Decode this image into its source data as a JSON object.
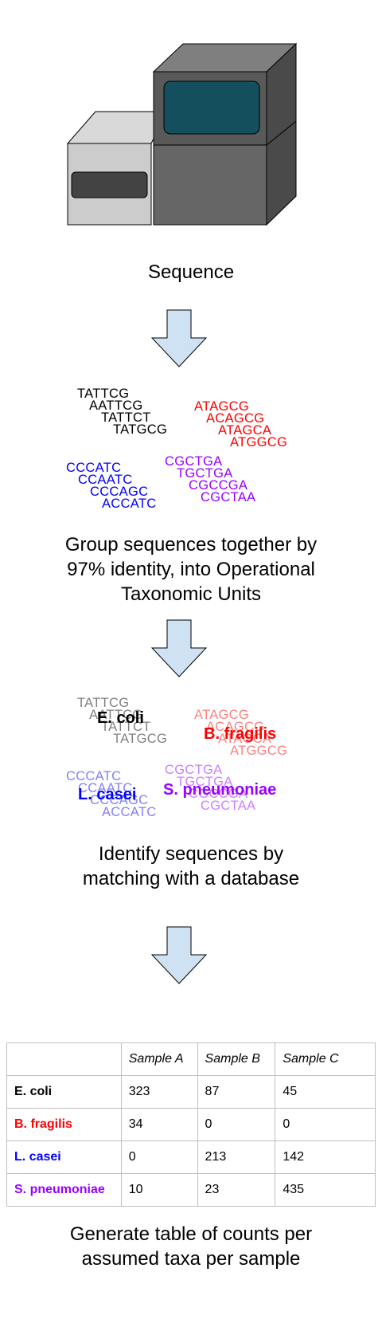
{
  "captions": {
    "step1": "Sequence",
    "step2": "Group sequences together by\n97% identity, into Operational\nTaxonomic Units",
    "step3": "Identify sequences by\nmatching with a database",
    "step4": "Generate table of counts per\nassumed taxa per sample"
  },
  "colors": {
    "black": "#000000",
    "red": "#ff0000",
    "blue": "#0000ff",
    "purple": "#9900ff",
    "arrow_fill": "#cfe2f3",
    "machine_dark": "#595959",
    "machine_light": "#cccccc",
    "screen": "#134f5c"
  },
  "clusters": {
    "black": [
      "TATTCG",
      "AATTCG",
      "TATTCT",
      "TATGCG"
    ],
    "red": [
      "ATAGCG",
      "ACAGCG",
      "ATAGCA",
      "ATGGCG"
    ],
    "blue": [
      "CCCATC",
      "CCAATC",
      "CCCAGC",
      "ACCATC"
    ],
    "purple": [
      "CGCTGA",
      "TGCTGA",
      "CGCCGA",
      "CGCTAA"
    ]
  },
  "taxa": {
    "black": "E. coli",
    "red": "B. fragilis",
    "blue": "L. casei",
    "purple": "S. pneumoniae"
  },
  "table": {
    "headers": [
      "",
      "Sample A",
      "Sample B",
      "Sample C"
    ],
    "rows": [
      {
        "taxon": "E. coli",
        "color": "#000000",
        "values": [
          "323",
          "87",
          "45"
        ]
      },
      {
        "taxon": "B. fragilis",
        "color": "#ff0000",
        "values": [
          "34",
          "0",
          "0"
        ]
      },
      {
        "taxon": "L. casei",
        "color": "#0000ff",
        "values": [
          "0",
          "213",
          "142"
        ]
      },
      {
        "taxon": "S. pneumoniae",
        "color": "#9900ff",
        "values": [
          "10",
          "23",
          "435"
        ]
      }
    ]
  },
  "icons": [
    "sequencer-machine-icon",
    "down-arrow-icon"
  ]
}
